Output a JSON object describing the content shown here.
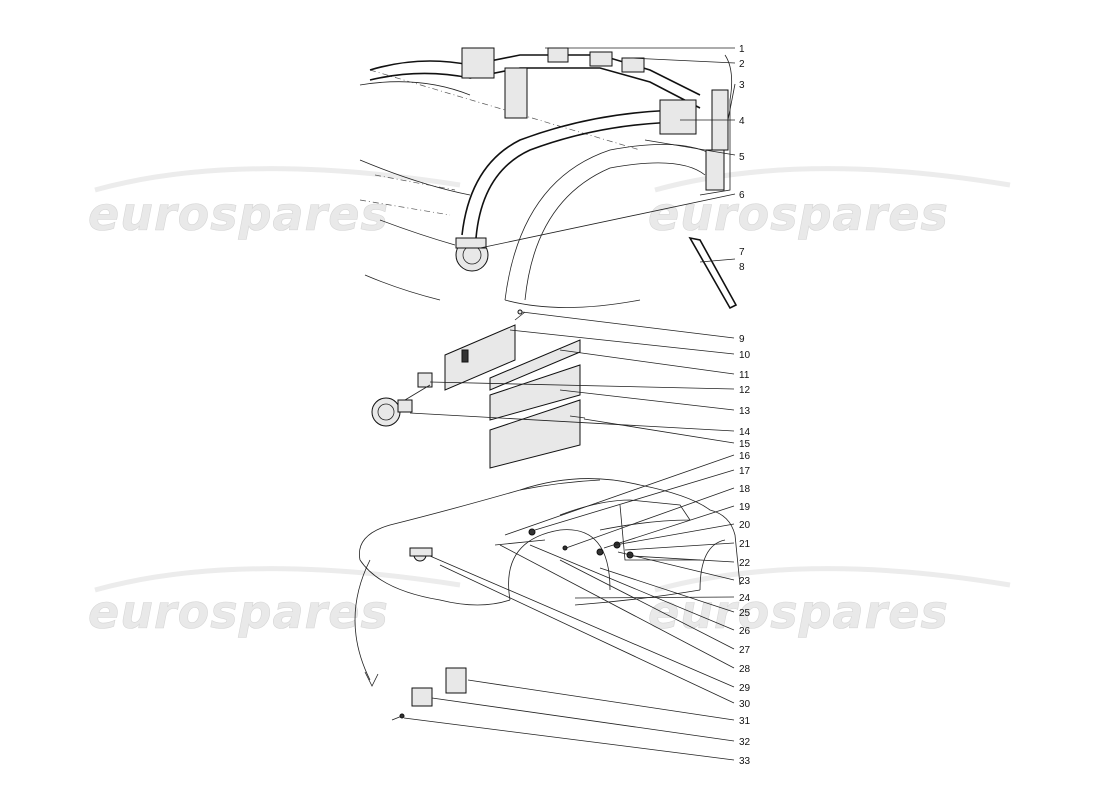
{
  "watermarks": [
    "eurospares",
    "eurospares",
    "eurospares",
    "eurospares"
  ],
  "callouts": [
    "1",
    "2",
    "3",
    "4",
    "5",
    "6",
    "7",
    "8",
    "9",
    "10",
    "11",
    "12",
    "13",
    "14",
    "15",
    "16",
    "17",
    "18",
    "19",
    "20",
    "21",
    "22",
    "23",
    "24",
    "25",
    "26",
    "27",
    "28",
    "29",
    "30",
    "31",
    "32",
    "33"
  ]
}
